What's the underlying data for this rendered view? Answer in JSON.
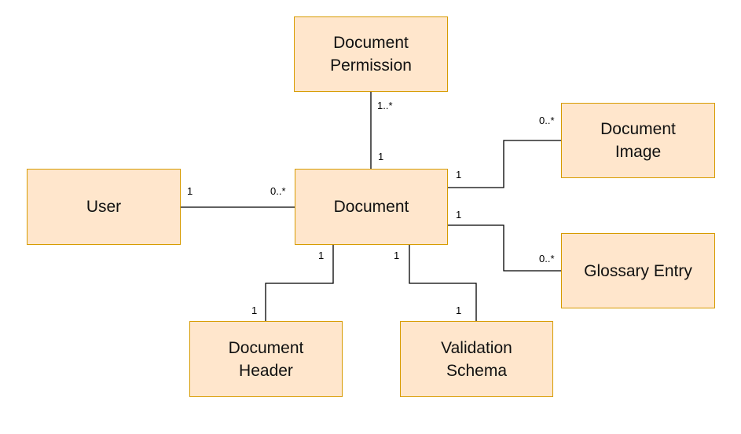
{
  "diagram": {
    "type": "uml-class-diagram",
    "colors": {
      "box_fill": "#ffe6cc",
      "box_border": "#d79b00",
      "line": "#000000",
      "text": "#111111"
    },
    "entities": {
      "document_permission": "Document\nPermission",
      "document_image": "Document\nImage",
      "user": "User",
      "document": "Document",
      "glossary_entry": "Glossary Entry",
      "document_header": "Document\nHeader",
      "validation_schema": "Validation\nSchema"
    },
    "relations": {
      "permission_document": {
        "from": "Document Permission",
        "to": "Document",
        "from_mult": "1..*",
        "to_mult": "1"
      },
      "document_image": {
        "from": "Document",
        "to": "Document Image",
        "from_mult": "1",
        "to_mult": "0..*"
      },
      "user_document": {
        "from": "User",
        "to": "Document",
        "from_mult": "1",
        "to_mult": "0..*"
      },
      "document_glossary": {
        "from": "Document",
        "to": "Glossary Entry",
        "from_mult": "1",
        "to_mult": "0..*"
      },
      "document_header": {
        "from": "Document",
        "to": "Document Header",
        "from_mult": "1",
        "to_mult": "1"
      },
      "document_validation": {
        "from": "Document",
        "to": "Validation Schema",
        "from_mult": "1",
        "to_mult": "1"
      }
    }
  }
}
